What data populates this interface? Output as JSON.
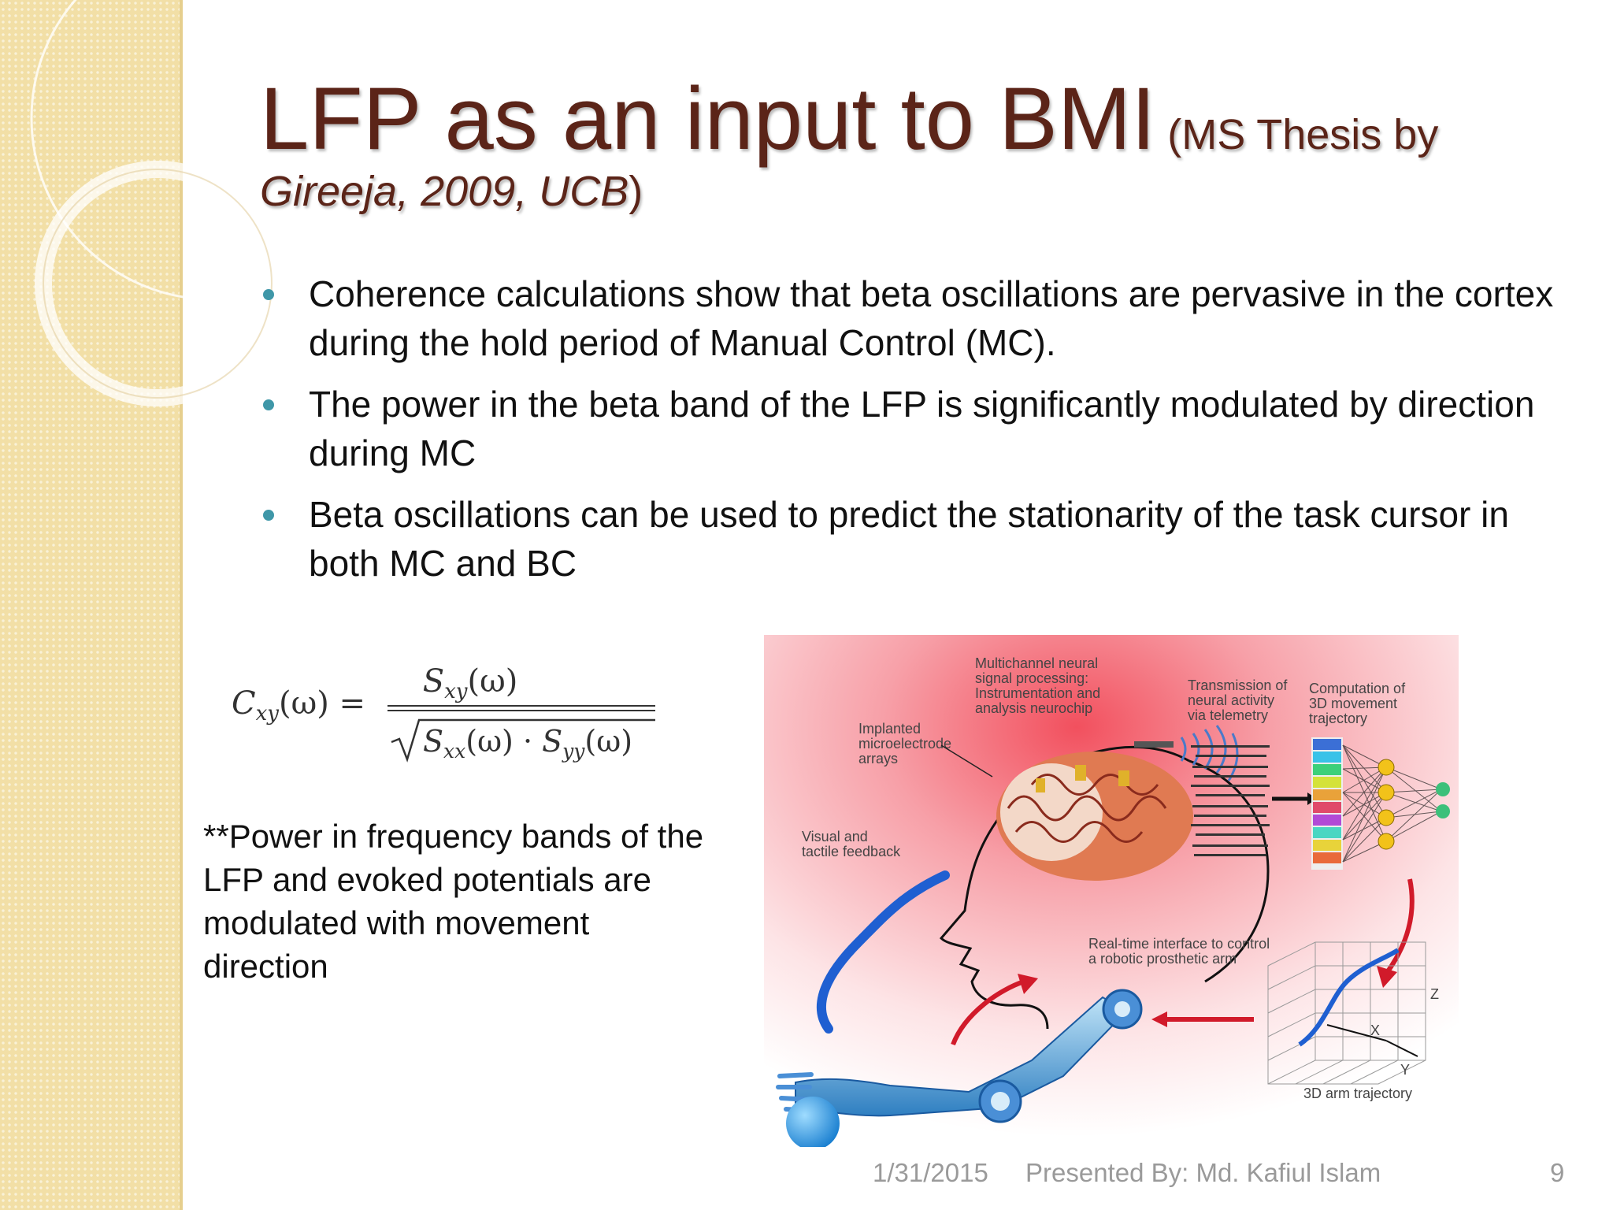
{
  "slide": {
    "title_main": "LFP as an input to BMI",
    "title_sub_open": " (MS Thesis by",
    "title_sub_italic": "Gireeja, 2009, UCB",
    "title_sub_close": ")",
    "bullets": [
      "Coherence calculations show that beta oscillations are pervasive in the cortex during the hold period of Manual Control (MC).",
      "The power in the beta band of the LFP is significantly modulated by direction during MC",
      "Beta oscillations can be used to predict the stationarity of the task cursor in both MC and BC"
    ],
    "formula": {
      "lhs": "C",
      "lhs_sub": "xy",
      "lhs_arg": "(ω) =",
      "numerator": "S",
      "numerator_sub": "xy",
      "numerator_arg": "(ω)",
      "den_s1": "S",
      "den_s1_sub": "xx",
      "den_s1_arg": "(ω) · ",
      "den_s2": "S",
      "den_s2_sub": "yy",
      "den_s2_arg": "(ω)"
    },
    "note": "**Power in frequency bands of the LFP and evoked potentials are  modulated with movement direction",
    "diagram_labels": {
      "multichannel": [
        "Multichannel neural",
        "signal processing:",
        "Instrumentation and",
        "analysis neurochip"
      ],
      "transmission": [
        "Transmission of",
        "neural activity",
        "via telemetry"
      ],
      "computation": [
        "Computation of",
        "3D movement",
        "trajectory"
      ],
      "implanted": [
        "Implanted",
        "microelectrode",
        "arrays"
      ],
      "visual": [
        "Visual and",
        "tactile feedback"
      ],
      "realtime": [
        "Real-time interface to control",
        "a robotic prosthetic arm"
      ],
      "arm_trajectory": "3D arm trajectory",
      "axis_x": "X",
      "axis_y": "Y",
      "axis_z": "Z"
    }
  },
  "footer": {
    "date": "1/31/2015",
    "presenter": "Presented By: Md. Kafiul Islam",
    "page": "9"
  },
  "colors": {
    "title": "#5b2418",
    "bullet": "#3f97a8",
    "sidebar": "#f2dfa6",
    "footer_text": "#9a9a9a"
  }
}
